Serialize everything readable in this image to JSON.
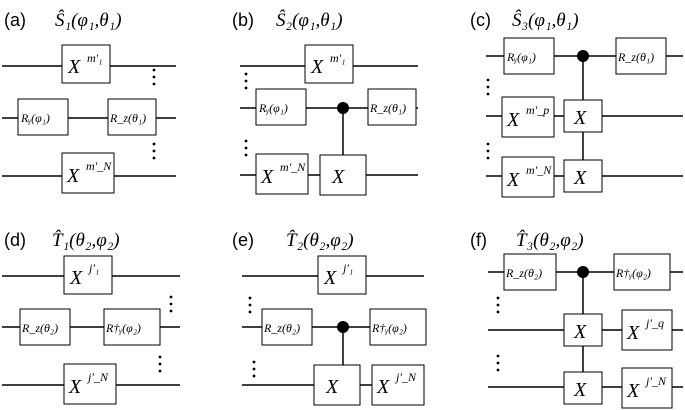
{
  "panels": [
    {
      "label": "(a)",
      "title": "Ŝ₁(φ₁,θ₁)",
      "gates": {
        "xm1": "X",
        "xm1_sup": "m′₁",
        "ry": "Rᵧ(φ₁)",
        "rz": "R_z(θ₁)",
        "xmn": "X",
        "xmn_sup": "m′_N"
      }
    },
    {
      "label": "(b)",
      "title": "Ŝ₂(φ₁,θ₁)",
      "gates": {
        "xm1": "X",
        "xm1_sup": "m′₁",
        "ry": "Rᵧ(φ₁)",
        "rz": "R_z(θ₁)",
        "xmn": "X",
        "xmn_sup": "m′_N",
        "cx": "X"
      }
    },
    {
      "label": "(c)",
      "title": "Ŝ₃(φ₁,θ₁)",
      "gates": {
        "ry": "Rᵧ(φ₁)",
        "rz": "R_z(θ₁)",
        "xmp": "X",
        "xmp_sup": "m′_p",
        "xmn": "X",
        "xmn_sup": "m′_N",
        "cx1": "X",
        "cx2": "X"
      }
    },
    {
      "label": "(d)",
      "title": "T̂₁(θ₂,φ₂)",
      "gates": {
        "xj1": "X",
        "xj1_sup": "j′₁",
        "rz": "R_z(θ₂)",
        "rydag": "R†ᵧ(φ₂)",
        "xjn": "X",
        "xjn_sup": "j′_N"
      }
    },
    {
      "label": "(e)",
      "title": "T̂₂(θ₂,φ₂)",
      "gates": {
        "xj1": "X",
        "xj1_sup": "j′₁",
        "rz": "R_z(θ₂)",
        "rydag": "R†ᵧ(φ₂)",
        "cx": "X",
        "xjn": "X",
        "xjn_sup": "j′_N"
      }
    },
    {
      "label": "(f)",
      "title": "T̂₃(θ₂,φ₂)",
      "gates": {
        "rz": "R_z(θ₂)",
        "rydag": "R†ᵧ(φ₂)",
        "cx1": "X",
        "xjq": "X",
        "xjq_sup": "j′_q",
        "cx2": "X",
        "xjn": "X",
        "xjn_sup": "j′_N"
      }
    }
  ],
  "colors": {
    "line": "#000000",
    "background": "#ffffff"
  }
}
